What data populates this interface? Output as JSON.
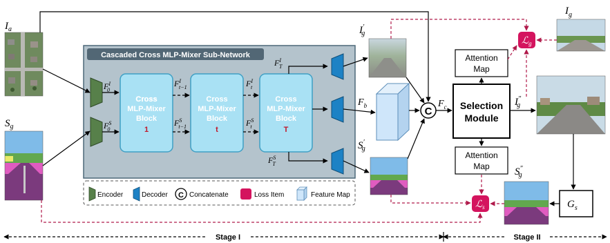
{
  "title": "Cascaded Cross MLP-Mixer Sub-Network",
  "inputs": {
    "aerial": "I",
    "aerial_sub": "a",
    "semantic": "S",
    "semantic_sub": "g"
  },
  "blocks": [
    {
      "line1": "Cross",
      "line2": "MLP-Mixer",
      "line3": "Block",
      "index": "1"
    },
    {
      "line1": "Cross",
      "line2": "MLP-Mixer",
      "line3": "Block",
      "index": "t"
    },
    {
      "line1": "Cross",
      "line2": "MLP-Mixer",
      "line3": "Block",
      "index": "T"
    }
  ],
  "features": {
    "f0i": "F",
    "f0i_sup": "I",
    "f0i_sub": "0",
    "f0s": "F",
    "f0s_sup": "S",
    "f0s_sub": "0",
    "fti1": "F",
    "fti1_sup": "I",
    "fti1_sub": "t−1",
    "fts1": "F",
    "fts1_sup": "S",
    "fts1_sub": "t−1",
    "fti": "F",
    "fti_sup": "I",
    "fti_sub": "t",
    "fts": "F",
    "fts_sup": "S",
    "fts_sub": "t",
    "fTi": "F",
    "fTi_sup": "I",
    "fTi_sub": "T",
    "fTs": "F",
    "fTs_sup": "S",
    "fTs_sub": "T",
    "fb": "F",
    "fb_sub": "b",
    "fc": "F",
    "fc_sub": "c"
  },
  "outputs": {
    "ig1": "I",
    "ig1_sub": "g",
    "ig1_prime": "′",
    "sg1": "S",
    "sg1_sub": "g",
    "sg1_prime": "′",
    "ig2": "I",
    "ig2_sub": "g",
    "ig2_prime": "″",
    "sg2": "S",
    "sg2_sub": "g",
    "sg2_prime": "″",
    "ig": "I",
    "ig_sub": "g"
  },
  "concat_symbol": "C",
  "selection": {
    "line1": "Selection",
    "line2": "Module"
  },
  "attention_top": {
    "line1": "Attention",
    "line2": "Map"
  },
  "attention_bottom": {
    "line1": "Attention",
    "line2": "Map"
  },
  "loss_g": {
    "symbol": "ℒ",
    "sub": "g"
  },
  "loss_s": {
    "symbol": "ℒ",
    "sub": "s"
  },
  "gs": {
    "symbol": "G",
    "sub": "s"
  },
  "legend": {
    "encoder": "Encoder",
    "decoder": "Decoder",
    "concat_symbol": "C",
    "concatenate": "Concatenate",
    "loss": "Loss Item",
    "feature": "Feature Map"
  },
  "stages": {
    "stage1": "Stage I",
    "stage2": "Stage II"
  },
  "colors": {
    "panel": "#b4c3cc",
    "panel_border": "#4d6878",
    "title_box": "#526775",
    "block": "#a9e1f4",
    "block_border": "#3f9fc4",
    "encoder": "#57804a",
    "decoder": "#1d82c5",
    "loss": "#d4145e",
    "dashed_loss": "#b01a4b",
    "feature_map": "#cfe6fa"
  }
}
